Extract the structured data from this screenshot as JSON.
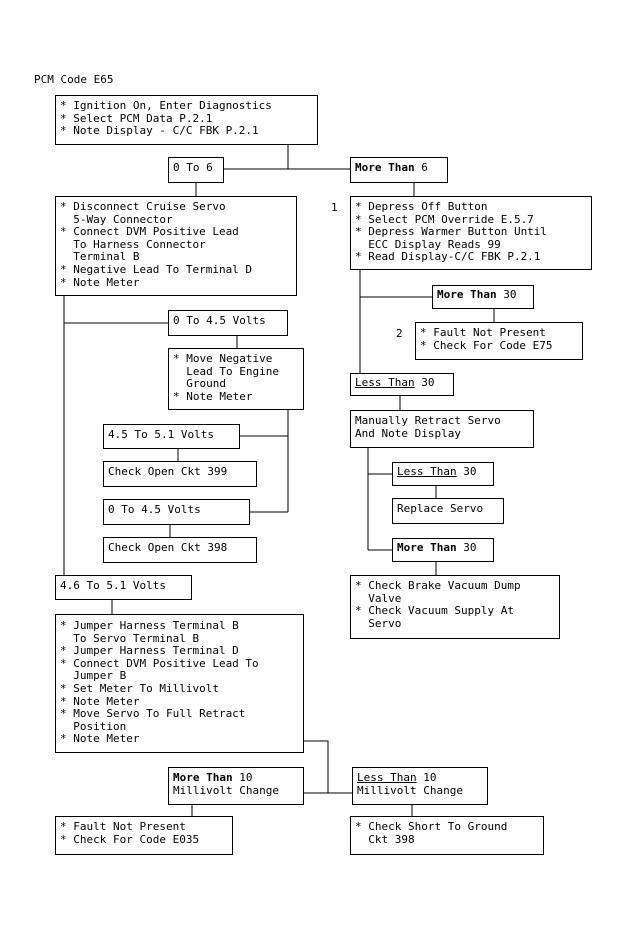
{
  "title": "PCM Code E65",
  "boxes": {
    "start": {
      "lines": [
        "* Ignition On, Enter Diagnostics",
        "* Select PCM Data P.2.1",
        "* Note Display - C/C FBK P.2.1"
      ]
    },
    "r0to6": {
      "text": "0 To 6"
    },
    "more6": {
      "bold": "More Than",
      "rest": " 6"
    },
    "disconnect": {
      "lines": [
        "* Disconnect Cruise Servo",
        "  5-Way Connector",
        "* Connect DVM Positive Lead",
        "  To Harness Connector",
        "  Terminal B",
        "* Negative Lead To Terminal D",
        "* Note Meter"
      ]
    },
    "depress": {
      "lines": [
        "* Depress Off Button",
        "* Select PCM Override E.5.7",
        "* Depress Warmer Button Until",
        "  ECC Display Reads 99",
        "* Read Display-C/C FBK P.2.1"
      ]
    },
    "more30a": {
      "bold": "More Than",
      "rest": " 30"
    },
    "faultE75": {
      "lines": [
        "* Fault Not Present",
        "* Check For Code E75"
      ]
    },
    "v0to45a": {
      "text": "0 To 4.5 Volts"
    },
    "moveneg": {
      "lines": [
        "* Move Negative",
        "  Lead To Engine",
        "  Ground",
        "* Note Meter"
      ]
    },
    "less30a": {
      "u": "Less Than",
      "rest": " 30"
    },
    "manual": {
      "lines": [
        "Manually Retract Servo",
        "And Note Display"
      ]
    },
    "v45to51": {
      "text": "4.5 To 5.1 Volts"
    },
    "ckt399": {
      "text": "Check Open Ckt 399"
    },
    "less30b": {
      "u": "Less Than",
      "rest": " 30"
    },
    "replace": {
      "text": "Replace Servo"
    },
    "v0to45b": {
      "text": "0 To 4.5 Volts"
    },
    "ckt398": {
      "text": "Check Open Ckt 398"
    },
    "more30b": {
      "bold": "More Than",
      "rest": " 30"
    },
    "brake": {
      "lines": [
        "* Check Brake Vacuum Dump",
        "  Valve",
        "* Check Vacuum Supply At",
        "  Servo"
      ]
    },
    "v46to51": {
      "text": "4.6 To 5.1 Volts"
    },
    "jumper": {
      "lines": [
        "* Jumper Harness Terminal B",
        "  To Servo Terminal B",
        "* Jumper Harness Terminal D",
        "* Connect DVM Positive Lead To",
        "  Jumper B",
        "* Set Meter To Millivolt",
        "* Note Meter",
        "* Move Servo To Full Retract",
        "  Position",
        "* Note Meter"
      ]
    },
    "more10": {
      "bold": "More Than",
      "rest": " 10",
      "line2": "Millivolt Change"
    },
    "less10": {
      "u": "Less Than",
      "rest": " 10",
      "line2": "Millivolt Change"
    },
    "faultE035": {
      "lines": [
        "* Fault Not Present",
        "* Check For Code E035"
      ]
    },
    "short398": {
      "lines": [
        "* Check Short To Ground",
        "  Ckt 398"
      ]
    }
  },
  "step_numbers": {
    "n1": "1",
    "n2": "2"
  }
}
